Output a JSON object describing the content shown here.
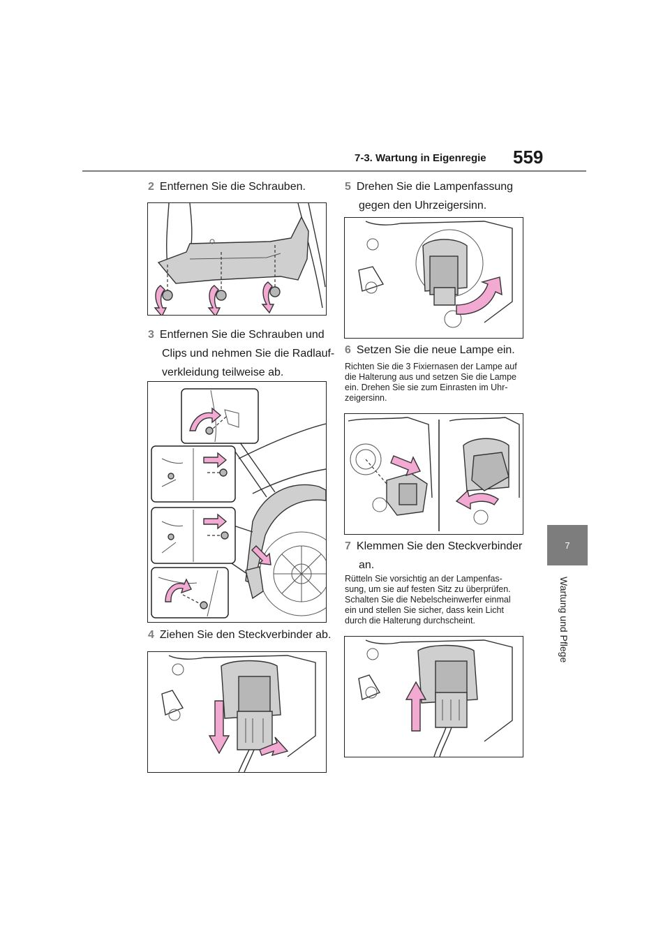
{
  "header": {
    "section_title": "7-3. Wartung in Eigenregie",
    "page_number": "559"
  },
  "side_tab": {
    "chapter_number": "7",
    "chapter_title": "Wartung und Pflege"
  },
  "colors": {
    "accent_gray": "#7d7d7d",
    "arrow_pink": "#f2a9d2"
  },
  "steps": [
    {
      "num": "2",
      "lines": [
        "Entfernen Sie die Schrauben."
      ]
    },
    {
      "num": "3",
      "lines": [
        "Entfernen Sie die Schrauben und",
        "Clips und nehmen Sie die Radlauf-",
        "verkleidung teilweise ab."
      ]
    },
    {
      "num": "4",
      "lines": [
        "Ziehen Sie den Steckverbinder ab."
      ]
    },
    {
      "num": "5",
      "lines": [
        "Drehen Sie die Lampenfassung",
        "gegen den Uhrzeigersinn."
      ]
    },
    {
      "num": "6",
      "lines": [
        "Setzen Sie die neue Lampe ein."
      ],
      "note": [
        "Richten Sie die 3 Fixiernasen der Lampe auf",
        "die Halterung aus und setzen Sie die Lampe",
        "ein. Drehen Sie sie zum Einrasten im Uhr-",
        "zeigersinn."
      ]
    },
    {
      "num": "7",
      "lines": [
        "Klemmen Sie den Steckverbinder",
        "an."
      ],
      "note": [
        "Rütteln Sie vorsichtig an der Lampenfas-",
        "sung, um sie auf festen Sitz zu überprüfen.",
        "Schalten Sie die Nebelscheinwerfer einmal",
        "ein und stellen Sie sicher, dass kein Licht",
        "durch die Halterung durchscheint."
      ]
    }
  ]
}
